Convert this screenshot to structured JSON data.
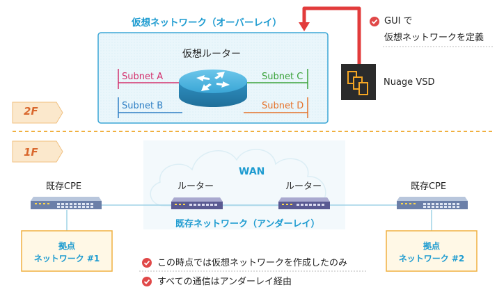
{
  "overlay": {
    "title": "仮想ネットワーク（オーバーレイ）"
  },
  "virtual_router": {
    "label": "仮想ルーター"
  },
  "subnets": [
    "Subnet A",
    "Subnet B",
    "Subnet C",
    "Subnet D"
  ],
  "subnet_colors": {
    "a": "#d3306c",
    "b": "#2e7fc4",
    "c": "#3aa23a",
    "d": "#e5722a"
  },
  "vsd": {
    "label": "Nuage VSD",
    "icon": "nuage-vsd-logo-icon"
  },
  "note_lines": [
    "GUI で",
    "仮想ネットワークを定義"
  ],
  "floors": {
    "upper": "2F",
    "lower": "1F"
  },
  "wan": {
    "label": "WAN"
  },
  "devices": {
    "left_cpe": "既存CPE",
    "left_router": "ルーター",
    "right_router": "ルーター",
    "right_cpe": "既存CPE"
  },
  "underlay": {
    "title": "既存ネットワーク（アンダーレイ）"
  },
  "sites": {
    "site1": [
      "拠点",
      "ネットワーク #1"
    ],
    "site2": [
      "拠点",
      "ネットワーク #2"
    ]
  },
  "bullets": [
    "この時点では仮想ネットワークを作成したのみ",
    "すべての通信はアンダーレイ経由"
  ],
  "colors": {
    "accent_blue": "#1d9bd0",
    "arrow_red": "#e23b3b",
    "floor_orange": "#d9682e",
    "check_red": "#e04848"
  }
}
